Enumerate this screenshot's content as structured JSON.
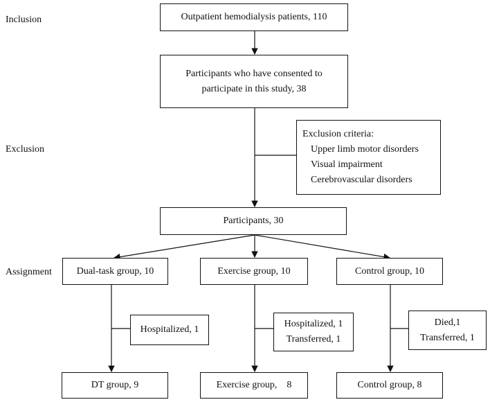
{
  "stages": {
    "inclusion": "Inclusion",
    "exclusion": "Exclusion",
    "assignment": "Assignment"
  },
  "boxes": {
    "outpatients": "Outpatient hemodialysis patients, 110",
    "consented_line1": "Participants who have consented to",
    "consented_line2": "participate in this study, 38",
    "exclusion_title": "Exclusion criteria:",
    "exclusion_items": [
      "Upper limb motor disorders",
      "Visual impairment",
      "Cerebrovascular disorders"
    ],
    "participants": "Participants, 30",
    "dual_task": "Dual-task group, 10",
    "exercise": "Exercise group, 10",
    "control": "Control group, 10",
    "dt_dropout": "Hospitalized, 1",
    "ex_dropout_1": "Hospitalized, 1",
    "ex_dropout_2": "Transferred, 1",
    "ctrl_dropout_1": "Died,1",
    "ctrl_dropout_2": "Transferred, 1",
    "dt_final": "DT group, 9",
    "ex_final": "Exercise group,    8",
    "ctrl_final": "Control group, 8"
  }
}
